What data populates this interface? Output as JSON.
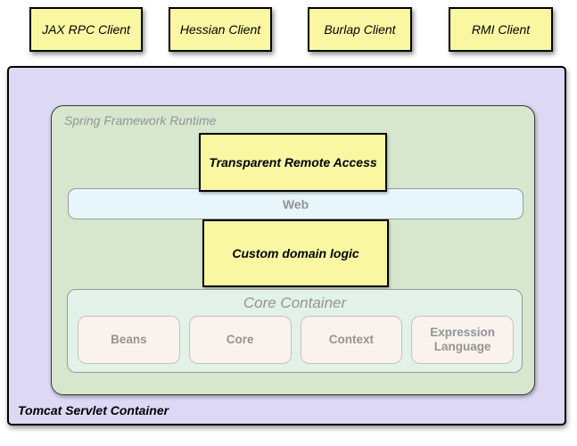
{
  "clients": [
    {
      "label": "JAX RPC Client"
    },
    {
      "label": "Hessian Client"
    },
    {
      "label": "Burlap Client"
    },
    {
      "label": "RMI Client"
    }
  ],
  "tomcat": {
    "label": "Tomcat Servlet Container"
  },
  "runtime": {
    "label": "Spring Framework Runtime"
  },
  "remote_access": {
    "label": "Transparent Remote Access"
  },
  "web": {
    "label": "Web"
  },
  "domain_logic": {
    "label": "Custom domain logic"
  },
  "core_container": {
    "label": "Core Container",
    "modules": [
      {
        "label": "Beans"
      },
      {
        "label": "Core"
      },
      {
        "label": "Context"
      },
      {
        "label": "Expression Language"
      }
    ]
  },
  "colors": {
    "client-fill": "#FAF7A2",
    "tomcat-fill": "#DDD8F3",
    "runtime-fill": "#D6E7CE",
    "web-fill": "#E6F6FB",
    "core-fill": "#E2F2E8",
    "module-fill": "#FAF2ED",
    "muted-text": "#949494"
  }
}
